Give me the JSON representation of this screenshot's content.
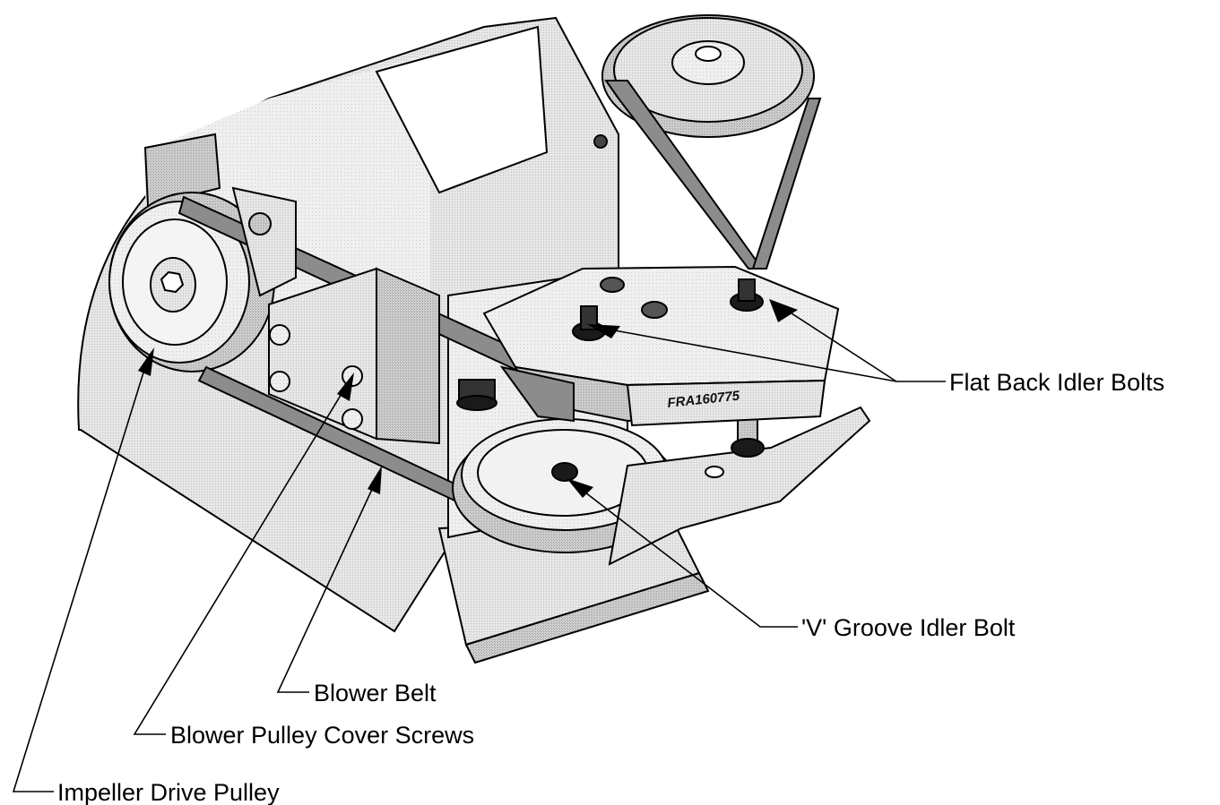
{
  "callouts": {
    "flat_back_idler_bolts": "Flat Back Idler Bolts",
    "v_groove_idler_bolt": "'V' Groove Idler Bolt",
    "blower_belt": "Blower Belt",
    "blower_pulley_cover_screws": "Blower Pulley Cover Screws",
    "impeller_drive_pulley": "Impeller Drive Pulley"
  },
  "part_number": "FRA160775",
  "colors": {
    "line": "#000000",
    "metal_light": "#e4e4e4",
    "metal_mid": "#c8c8c8",
    "metal_dark": "#9a9a9a",
    "bolt": "#1a1a1a",
    "belt": "#8c8c8c"
  }
}
